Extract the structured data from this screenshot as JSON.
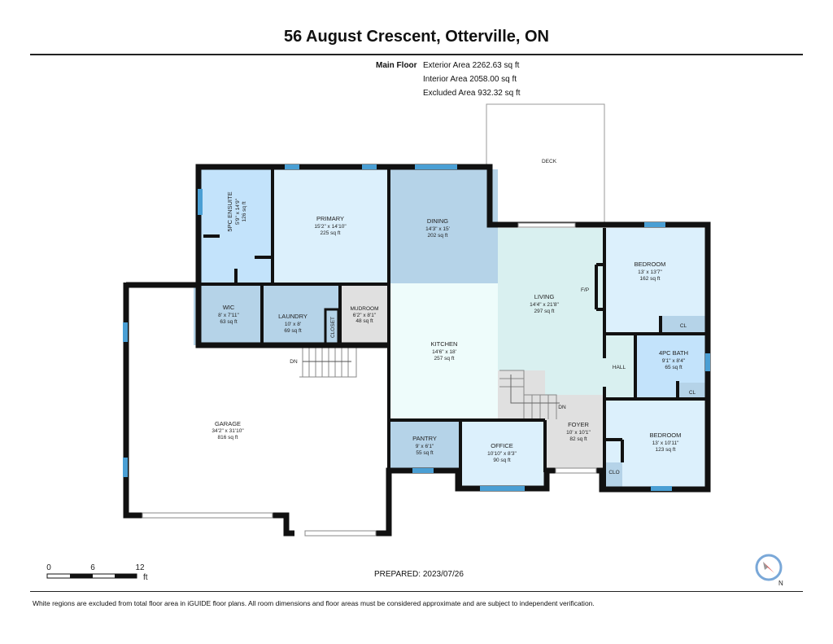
{
  "header": {
    "title": "56 August Crescent, Otterville, ON"
  },
  "areas": {
    "floor": "Main Floor",
    "exterior": "Exterior Area 2262.63 sq ft",
    "interior": "Interior Area 2058.00 sq ft",
    "excluded": "Excluded Area 932.32 sq ft"
  },
  "rooms": {
    "ensuite": {
      "name": "5PC ENSUITE",
      "dims": "5'9\" x 14'9\"",
      "area": "126 sq ft"
    },
    "primary": {
      "name": "PRIMARY",
      "dims": "15'2\" x 14'10\"",
      "area": "225 sq ft"
    },
    "dining": {
      "name": "DINING",
      "dims": "14'3\" x 15'",
      "area": "202 sq ft"
    },
    "deck": {
      "name": "DECK"
    },
    "living": {
      "name": "LIVING",
      "dims": "14'4\" x 21'8\"",
      "area": "297 sq ft"
    },
    "fp": {
      "name": "F/P"
    },
    "bedroom1": {
      "name": "BEDROOM",
      "dims": "13' x 13'7\"",
      "area": "162 sq ft"
    },
    "cl1": {
      "name": "CL"
    },
    "bath": {
      "name": "4PC BATH",
      "dims": "9'1\" x 8'4\"",
      "area": "65 sq ft"
    },
    "cl2": {
      "name": "CL"
    },
    "hall": {
      "name": "HALL"
    },
    "bedroom2": {
      "name": "BEDROOM",
      "dims": "13' x 10'11\"",
      "area": "123 sq ft"
    },
    "clo": {
      "name": "CLO"
    },
    "foyer": {
      "name": "FOYER",
      "dims": "10' x 10'1\"",
      "area": "82 sq ft"
    },
    "stairs_dn": {
      "name": "DN"
    },
    "office": {
      "name": "OFFICE",
      "dims": "10'10\" x 8'3\"",
      "area": "90 sq ft"
    },
    "pantry": {
      "name": "PANTRY",
      "dims": "9' x 6'1\"",
      "area": "55 sq ft"
    },
    "kitchen": {
      "name": "KITCHEN",
      "dims": "14'6\" x 18'",
      "area": "257 sq ft"
    },
    "wic": {
      "name": "WIC",
      "dims": "8' x 7'11\"",
      "area": "63 sq ft"
    },
    "laundry": {
      "name": "LAUNDRY",
      "dims": "10' x 8'",
      "area": "69 sq ft"
    },
    "closet": {
      "name": "CLOSET"
    },
    "mudroom": {
      "name": "MUDROOM",
      "dims": "6'2\" x 8'1\"",
      "area": "48 sq ft"
    },
    "garage_dn": {
      "name": "DN"
    },
    "garage": {
      "name": "GARAGE",
      "dims": "34'2\" x 31'10\"",
      "area": "816 sq ft"
    }
  },
  "scale": {
    "t0": "0",
    "t1": "6",
    "t2": "12",
    "unit": "ft"
  },
  "compass": {
    "label": "N"
  },
  "prepared": "PREPARED: 2023/07/26",
  "footer": "White regions are excluded from total floor area in iGUIDE floor plans. All room dimensions and floor areas must be considered approximate and are subject to independent verification."
}
